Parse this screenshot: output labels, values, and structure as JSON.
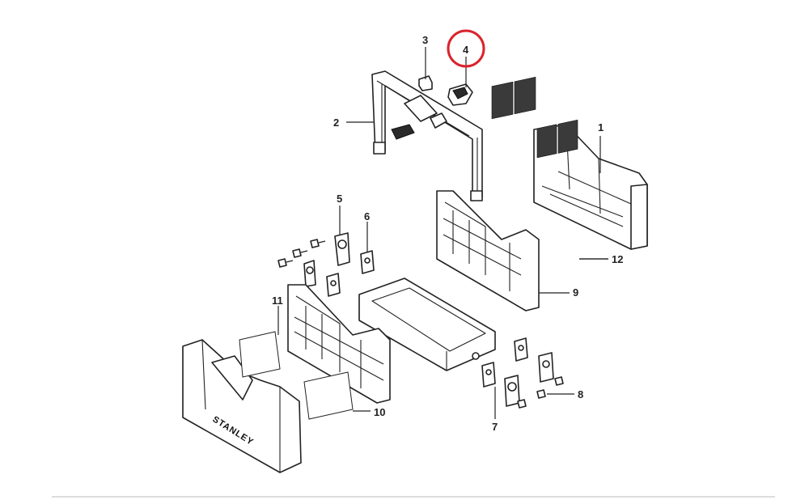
{
  "diagram": {
    "brand_logo": "STANLEY",
    "highlight_color": "#d9232d",
    "highlighted_callout": "4",
    "callouts": [
      {
        "id": "1",
        "label": "1"
      },
      {
        "id": "2",
        "label": "2"
      },
      {
        "id": "3",
        "label": "3"
      },
      {
        "id": "4",
        "label": "4"
      },
      {
        "id": "5",
        "label": "5"
      },
      {
        "id": "6",
        "label": "6"
      },
      {
        "id": "7",
        "label": "7"
      },
      {
        "id": "8",
        "label": "8"
      },
      {
        "id": "9",
        "label": "9"
      },
      {
        "id": "10",
        "label": "10"
      },
      {
        "id": "11",
        "label": "11"
      },
      {
        "id": "12",
        "label": "12"
      }
    ]
  }
}
